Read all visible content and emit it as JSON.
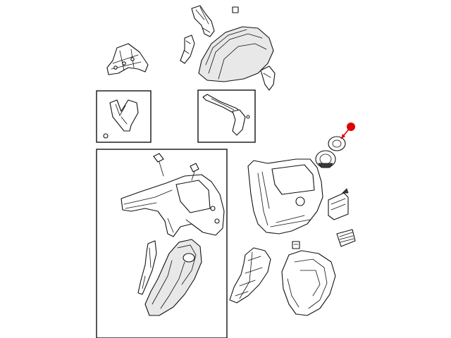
{
  "diagram": {
    "background": "#ffffff",
    "line_color": "#111111",
    "marker": {
      "color": "#e00000",
      "icon": "callout-dot"
    },
    "inset_boxes": 3,
    "parts": [
      "roof-rail-bracket",
      "pillar-reinforcement-upper",
      "pillar-reinforcement-small",
      "cowl-bracket-left",
      "wheelhouse-outer-panel",
      "small-tab-bracket",
      "side-bracket-strip",
      "fuel-filler-door",
      "fuel-filler-housing",
      "quarter-panel-outer",
      "vent-bracket",
      "air-extractor-vent",
      "small-clip",
      "rear-wheelhouse-liner",
      "sill-reinforcement",
      "inner-quarter-panel",
      "inner-wheelhouse",
      "c-pillar-reinforcement"
    ]
  }
}
